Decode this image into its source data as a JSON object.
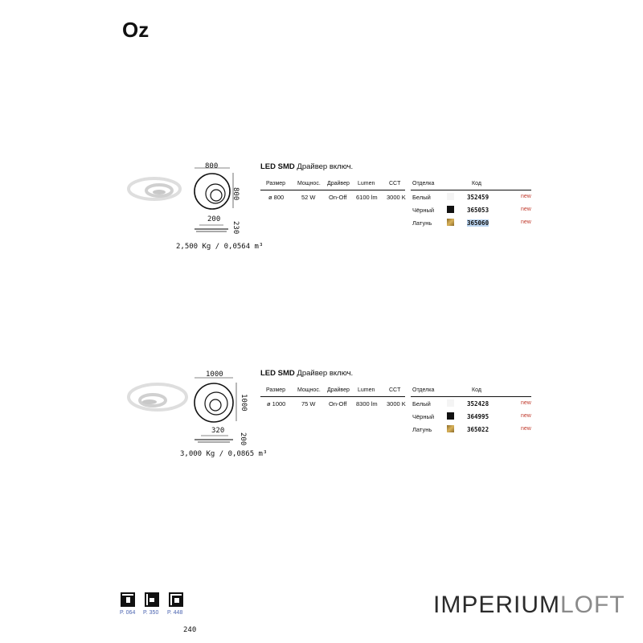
{
  "page": {
    "title": "Oz",
    "page_number": "240"
  },
  "products": [
    {
      "dims": {
        "width": "800",
        "height": "800",
        "depth": "200",
        "side": "230"
      },
      "weight": "2,500 Kg / 0,0564 m³",
      "spec_title_bold": "LED SMD",
      "spec_title_rest": " Драйвер включ.",
      "headers": {
        "size": "Размер",
        "power": "Мощнос.",
        "driver": "Драйвер",
        "lumen": "Lumen",
        "cct": "CCT",
        "finish": "Отделка",
        "code": "Код"
      },
      "values": {
        "size": "ø 800",
        "power": "52 W",
        "driver": "On-Off",
        "lumen": "6100 lm",
        "cct": "3000 K"
      },
      "variants": [
        {
          "finish": "Белый",
          "swatch": "#f4f4f4",
          "code": "352459",
          "tag": "new",
          "highlight": false
        },
        {
          "finish": "Чёрный",
          "swatch": "#111111",
          "code": "365053",
          "tag": "new",
          "highlight": false
        },
        {
          "finish": "Латунь",
          "swatch": "#b8923c",
          "code": "365060",
          "tag": "new",
          "highlight": true
        }
      ]
    },
    {
      "dims": {
        "width": "1000",
        "height": "1000",
        "depth": "320",
        "side": "200"
      },
      "weight": "3,000 Kg / 0,0865 m³",
      "spec_title_bold": "LED SMD",
      "spec_title_rest": " Драйвер включ.",
      "headers": {
        "size": "Размер",
        "power": "Мощнос.",
        "driver": "Драйвер",
        "lumen": "Lumen",
        "cct": "CCT",
        "finish": "Отделка",
        "code": "Код"
      },
      "values": {
        "size": "ø 1000",
        "power": "75 W",
        "driver": "On-Off",
        "lumen": "8300 lm",
        "cct": "3000 K"
      },
      "variants": [
        {
          "finish": "Белый",
          "swatch": "#f4f4f4",
          "code": "352428",
          "tag": "new",
          "highlight": false
        },
        {
          "finish": "Чёрный",
          "swatch": "#111111",
          "code": "364995",
          "tag": "new",
          "highlight": false
        },
        {
          "finish": "Латунь",
          "swatch": "#b8923c",
          "code": "365022",
          "tag": "new",
          "highlight": false
        }
      ]
    }
  ],
  "footer_icons": [
    {
      "icon": "ceiling-mount-icon",
      "ref": "P. 064"
    },
    {
      "icon": "wall-mount-icon",
      "ref": "P. 350"
    },
    {
      "icon": "wall-ceiling-icon",
      "ref": "P. 448"
    }
  ],
  "brand": {
    "part1": "IMPERIUM",
    "part2": "LOFT"
  }
}
